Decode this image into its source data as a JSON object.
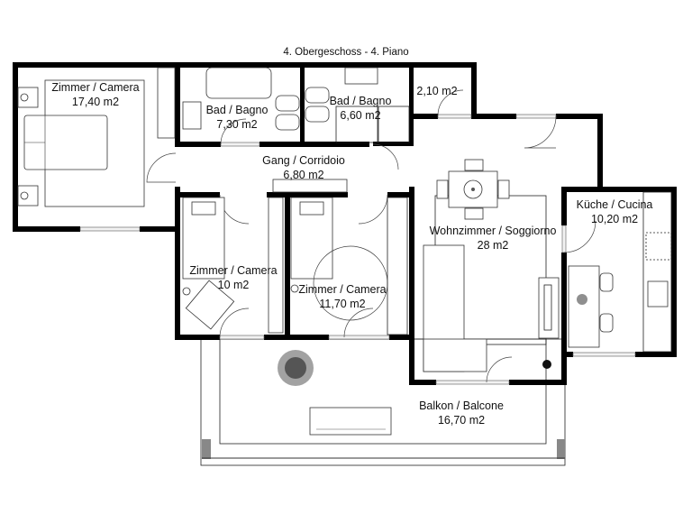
{
  "plan": {
    "title": "4. Obergeschoss - 4. Piano",
    "rooms": [
      {
        "id": "bedroom-master",
        "name": "Zimmer / Camera",
        "area": "17,40 m2"
      },
      {
        "id": "bathroom-1",
        "name": "Bad / Bagno",
        "area": "7,30 m2"
      },
      {
        "id": "bathroom-2",
        "name": "Bad / Bagno",
        "area": "6,60 m2"
      },
      {
        "id": "storage",
        "name": "",
        "area": "2,10 m2"
      },
      {
        "id": "corridor",
        "name": "Gang / Corridoio",
        "area": "6,80 m2"
      },
      {
        "id": "bedroom-small",
        "name": "Zimmer / Camera",
        "area": "10 m2"
      },
      {
        "id": "bedroom-medium",
        "name": "Zimmer / Camera",
        "area": "11,70 m2"
      },
      {
        "id": "living-room",
        "name": "Wohnzimmer / Soggiorno",
        "area": "28 m2"
      },
      {
        "id": "kitchen",
        "name": "Küche / Cucina",
        "area": "10,20 m2"
      },
      {
        "id": "balcony",
        "name": "Balkon / Balcone",
        "area": "16,70 m2"
      }
    ],
    "colors": {
      "wall": "#000000",
      "line": "#333333",
      "background": "#ffffff"
    }
  }
}
